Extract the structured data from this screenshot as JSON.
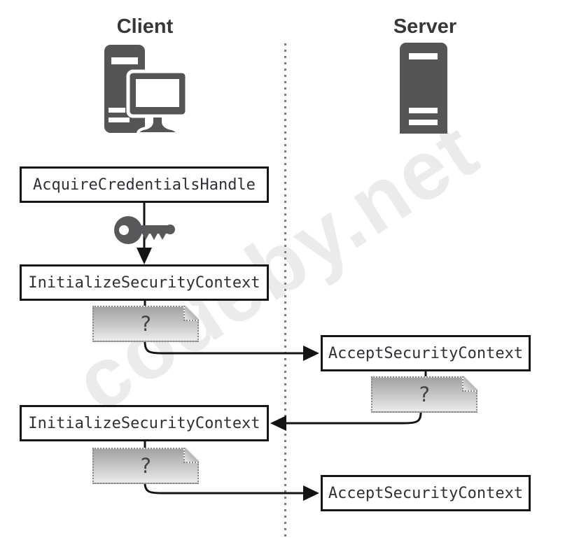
{
  "columns": {
    "client": {
      "label": "Client"
    },
    "server": {
      "label": "Server"
    }
  },
  "nodes": [
    {
      "id": "acquire",
      "label": "AcquireCredentialsHandle",
      "column": "client"
    },
    {
      "id": "init1",
      "label": "InitializeSecurityContext",
      "column": "client"
    },
    {
      "id": "accept1",
      "label": "AcceptSecurityContext",
      "column": "server"
    },
    {
      "id": "init2",
      "label": "InitializeSecurityContext",
      "column": "client"
    },
    {
      "id": "accept2",
      "label": "AcceptSecurityContext",
      "column": "server"
    }
  ],
  "tokens": [
    {
      "label": "?"
    },
    {
      "label": "?"
    },
    {
      "label": "?"
    }
  ],
  "flows": [
    "AcquireCredentialsHandle -> InitializeSecurityContext (key)",
    "InitializeSecurityContext token -> AcceptSecurityContext",
    "AcceptSecurityContext token -> InitializeSecurityContext",
    "InitializeSecurityContext token -> AcceptSecurityContext"
  ],
  "icons": {
    "client": "client-computer-icon",
    "server": "server-tower-icon",
    "key": "key-icon"
  },
  "watermark": {
    "text": "codeby.net"
  },
  "colors": {
    "icon_gray": "#555555",
    "node_border": "#161616",
    "node_text": "#2d3136",
    "token_gradient_top": "#a2a2a2",
    "token_gradient_bottom": "#ececec",
    "token_border": "#8a8a8a",
    "divider": "#7d7d7d",
    "arrow": "#141414",
    "header_text": "#373737",
    "background": "#ffffff"
  }
}
